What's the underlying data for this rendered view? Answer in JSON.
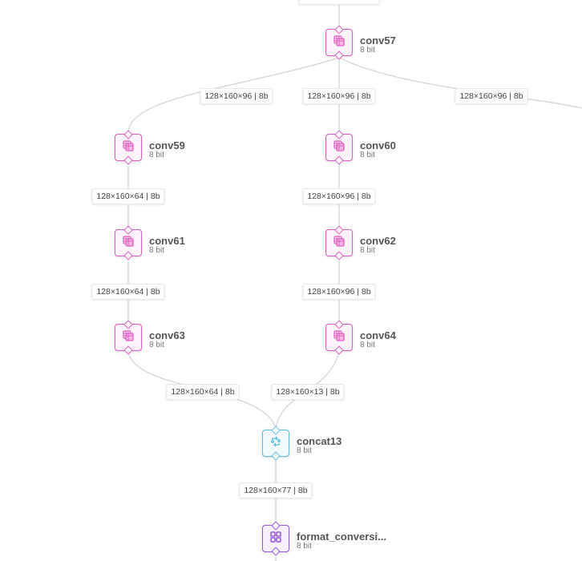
{
  "nodes": [
    {
      "id": "conv57",
      "name": "conv57",
      "bits": "8 bit",
      "kind": "conv",
      "icon": "conv-grid-icon"
    },
    {
      "id": "conv59",
      "name": "conv59",
      "bits": "8 bit",
      "kind": "conv",
      "icon": "conv-grid-icon"
    },
    {
      "id": "conv60",
      "name": "conv60",
      "bits": "8 bit",
      "kind": "conv",
      "icon": "conv-grid-icon"
    },
    {
      "id": "conv61",
      "name": "conv61",
      "bits": "8 bit",
      "kind": "conv",
      "icon": "conv-grid-icon"
    },
    {
      "id": "conv62",
      "name": "conv62",
      "bits": "8 bit",
      "kind": "conv",
      "icon": "conv-grid-icon"
    },
    {
      "id": "conv63",
      "name": "conv63",
      "bits": "8 bit",
      "kind": "conv",
      "icon": "conv-grid-icon"
    },
    {
      "id": "conv64",
      "name": "conv64",
      "bits": "8 bit",
      "kind": "conv",
      "icon": "conv-grid-icon"
    },
    {
      "id": "concat13",
      "name": "concat13",
      "bits": "8 bit",
      "kind": "concat",
      "icon": "concat-arrows-icon"
    },
    {
      "id": "format",
      "name": "format_conversi...",
      "bits": "8 bit",
      "kind": "fmt",
      "icon": "format-blocks-icon"
    }
  ],
  "edges": [
    {
      "from": "conv57",
      "to": "conv59",
      "label": "128×160×96 | 8b"
    },
    {
      "from": "conv57",
      "to": "conv60",
      "label": "128×160×96 | 8b"
    },
    {
      "from": "conv57",
      "to": "offscreen",
      "label": "128×160×96 | 8b"
    },
    {
      "from": "conv59",
      "to": "conv61",
      "label": "128×160×64 | 8b"
    },
    {
      "from": "conv60",
      "to": "conv62",
      "label": "128×160×96 | 8b"
    },
    {
      "from": "conv61",
      "to": "conv63",
      "label": "128×160×64 | 8b"
    },
    {
      "from": "conv62",
      "to": "conv64",
      "label": "128×160×96 | 8b"
    },
    {
      "from": "conv63",
      "to": "concat13",
      "label": "128×160×64 | 8b"
    },
    {
      "from": "conv64",
      "to": "concat13",
      "label": "128×160×13 | 8b"
    },
    {
      "from": "concat13",
      "to": "format",
      "label": "128×160×77 | 8b"
    }
  ],
  "colors": {
    "conv": "#e05cc0",
    "concat": "#5bbfdc",
    "fmt": "#9a52e0",
    "edge": "#cfd2d6"
  }
}
